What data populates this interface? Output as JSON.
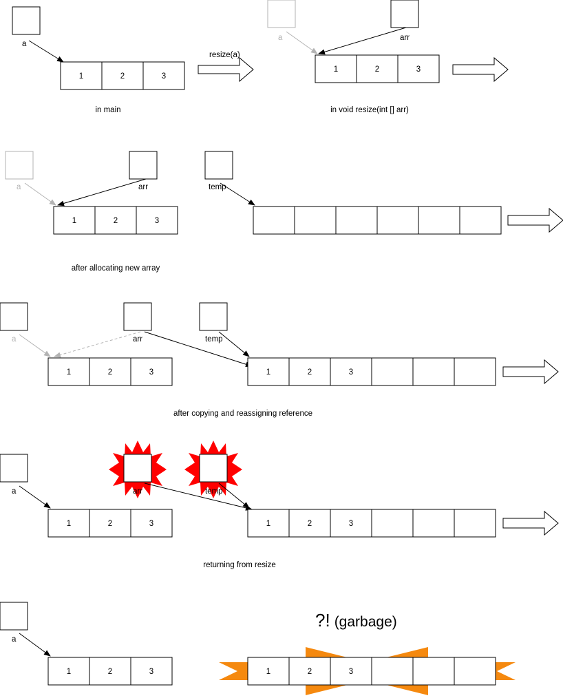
{
  "labels": {
    "a": "a",
    "arr": "arr",
    "temp": "temp",
    "resize_call": "resize(a)"
  },
  "captions": {
    "in_main": "in main",
    "in_resize": "in void resize(int [] arr)",
    "after_alloc": "after allocating new array",
    "after_copy": "after copying and reassigning reference",
    "returning": "returning from resize"
  },
  "garbage": {
    "marks": "?!",
    "word": "(garbage)"
  },
  "arrays": {
    "original": [
      "1",
      "2",
      "3"
    ],
    "new_empty": [
      "",
      "",
      "",
      "",
      "",
      ""
    ],
    "new_copied": [
      "1",
      "2",
      "3",
      "",
      "",
      ""
    ]
  },
  "colors": {
    "ghost": "#b3b3b3",
    "starburst": "#ff0000",
    "garbage_burst": "#f5890f"
  }
}
